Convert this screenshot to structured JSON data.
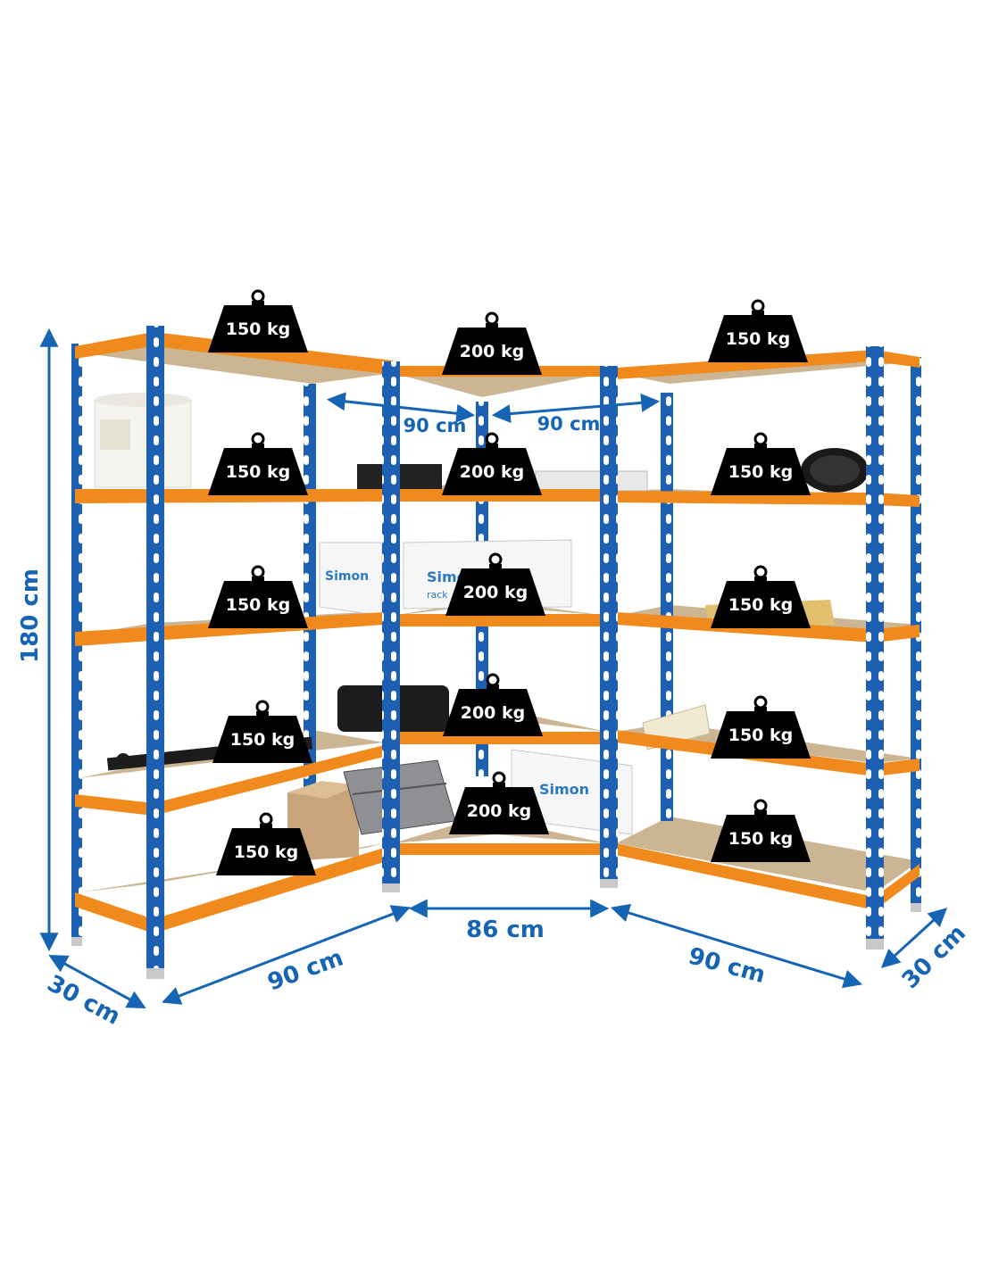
{
  "colors": {
    "upright": "#1d5fb0",
    "beam": "#f08a1c",
    "board": "#cbb592",
    "dimension": "#1565b4",
    "weight_block": "#000000",
    "weight_text": "#ffffff"
  },
  "dimensions": {
    "height": "180 cm",
    "left_depth": "30 cm",
    "left_width": "90 cm",
    "corner_width": "86 cm",
    "right_width": "90 cm",
    "right_depth": "30 cm",
    "top_left_span": "90 cm",
    "top_right_span": "90 cm"
  },
  "loads": {
    "left": [
      "150 kg",
      "150 kg",
      "150 kg",
      "150 kg",
      "150 kg"
    ],
    "center": [
      "200 kg",
      "200 kg",
      "200 kg",
      "200 kg",
      "200 kg"
    ],
    "right": [
      "150 kg",
      "150 kg",
      "150 kg",
      "150 kg",
      "150 kg"
    ]
  },
  "box_labels": {
    "brand": "Simon",
    "brand_sub": "rack"
  }
}
